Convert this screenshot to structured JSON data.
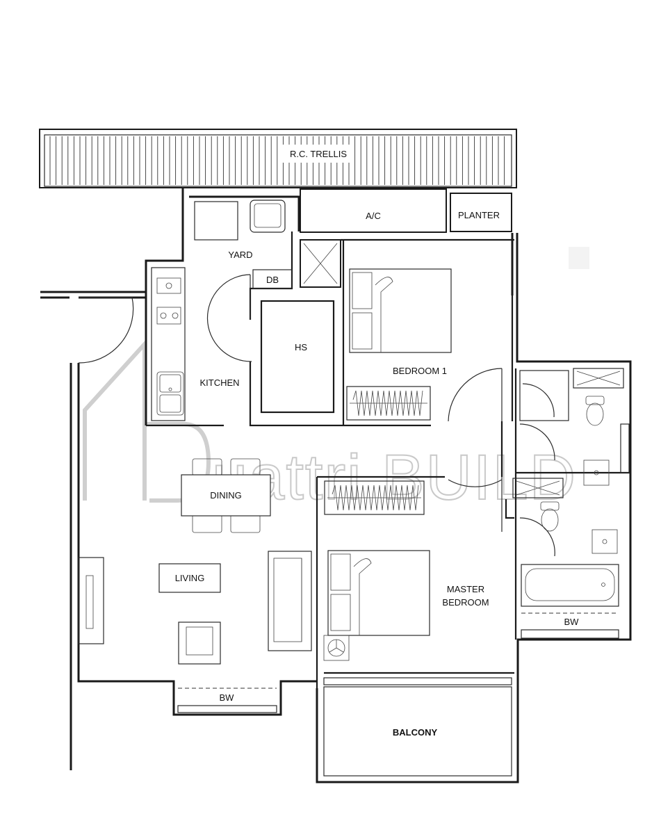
{
  "rooms": {
    "trellis": "R.C. TRELLIS",
    "ac": "A/C",
    "planter": "PLANTER",
    "yard": "YARD",
    "db": "DB",
    "hs": "HS",
    "kitchen": "KITCHEN",
    "bedroom1": "BEDROOM 1",
    "dining": "DINING",
    "living": "LIVING",
    "master_line1": "MASTER",
    "master_line2": "BEDROOM",
    "bw_bath": "BW",
    "bw_living": "BW",
    "balcony": "BALCONY"
  },
  "watermark": {
    "text": "uattri BUILD"
  }
}
